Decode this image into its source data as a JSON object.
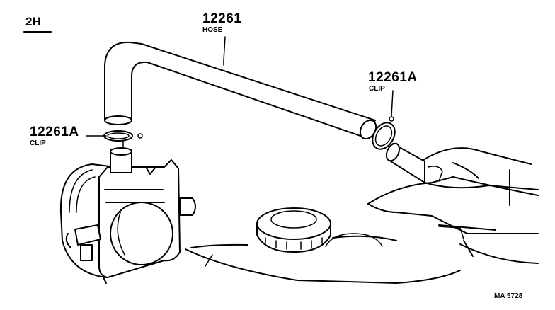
{
  "engine_code": "2H",
  "callouts": [
    {
      "part_number": "12261",
      "name": "HOSE"
    },
    {
      "part_number": "12261A",
      "name": "CLIP"
    },
    {
      "part_number": "12261A",
      "name": "CLIP"
    }
  ],
  "figure_ref": "MA 5728"
}
